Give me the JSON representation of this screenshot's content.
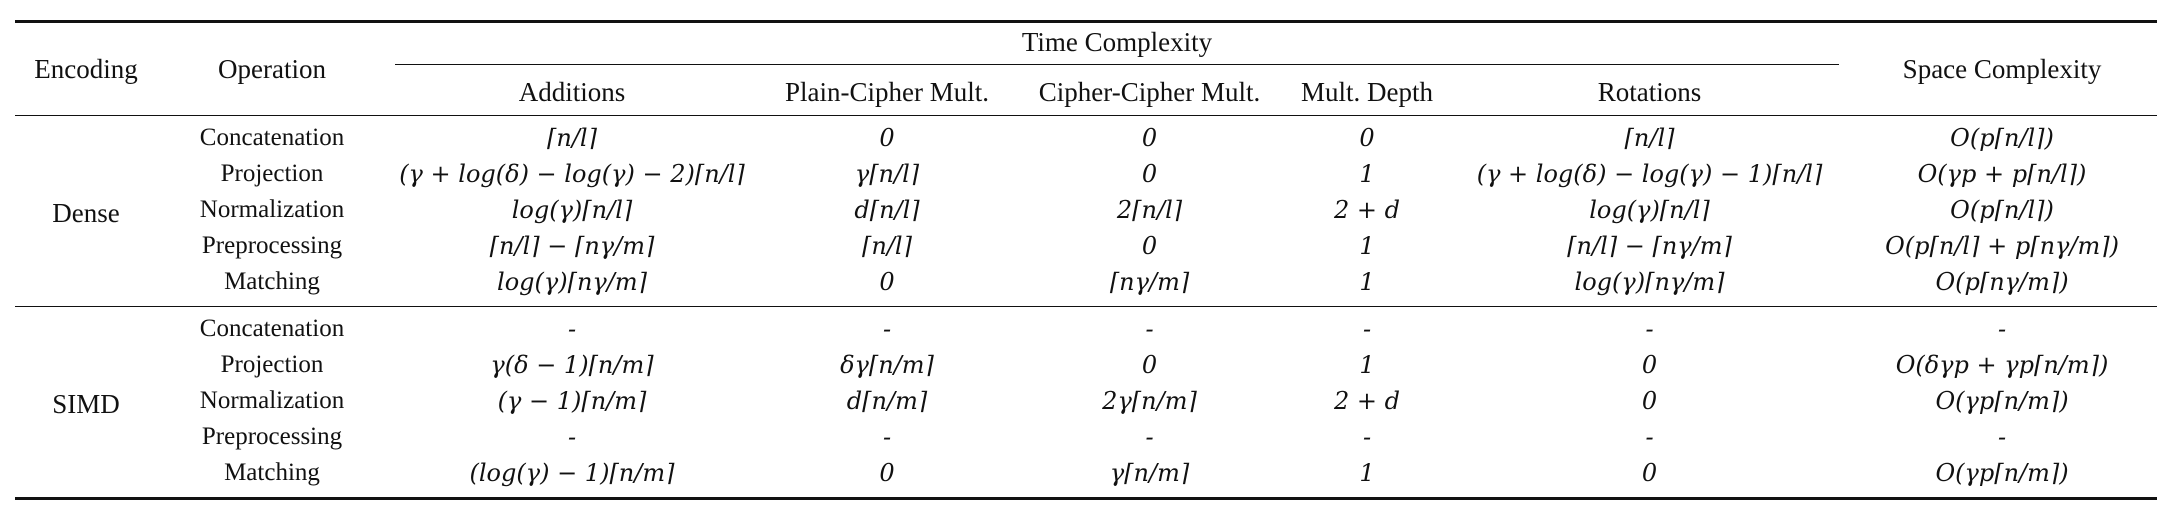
{
  "header": {
    "encoding": "Encoding",
    "operation": "Operation",
    "time_complexity": "Time Complexity",
    "space_complexity": "Space Complexity",
    "columns": [
      "Additions",
      "Plain-Cipher Mult.",
      "Cipher-Cipher Mult.",
      "Mult. Depth",
      "Rotations"
    ]
  },
  "groups": [
    {
      "encoding": "Dense",
      "rows": [
        {
          "operation": "Concatenation",
          "additions": "⌈n/l⌉",
          "plain_cipher": "0",
          "cipher_cipher": "0",
          "depth": "0",
          "rotations": "⌈n/l⌉",
          "space": "O(p⌈n/l⌉)"
        },
        {
          "operation": "Projection",
          "additions": "(γ + log(δ) − log(γ) − 2)⌈n/l⌉",
          "plain_cipher": "γ⌈n/l⌉",
          "cipher_cipher": "0",
          "depth": "1",
          "rotations": "(γ + log(δ) − log(γ) − 1)⌈n/l⌉",
          "space": "O(γp + p⌈n/l⌉)"
        },
        {
          "operation": "Normalization",
          "additions": "log(γ)⌈n/l⌉",
          "plain_cipher": "d⌈n/l⌉",
          "cipher_cipher": "2⌈n/l⌉",
          "depth": "2 + d",
          "rotations": "log(γ)⌈n/l⌉",
          "space": "O(p⌈n/l⌉)"
        },
        {
          "operation": "Preprocessing",
          "additions": "⌈n/l⌉ − ⌈nγ/m⌉",
          "plain_cipher": "⌈n/l⌉",
          "cipher_cipher": "0",
          "depth": "1",
          "rotations": "⌈n/l⌉ − ⌈nγ/m⌉",
          "space": "O(p⌈n/l⌉ + p⌈nγ/m⌉)"
        },
        {
          "operation": "Matching",
          "additions": "log(γ)⌈nγ/m⌉",
          "plain_cipher": "0",
          "cipher_cipher": "⌈nγ/m⌉",
          "depth": "1",
          "rotations": "log(γ)⌈nγ/m⌉",
          "space": "O(p⌈nγ/m⌉)"
        }
      ]
    },
    {
      "encoding": "SIMD",
      "rows": [
        {
          "operation": "Concatenation",
          "additions": "-",
          "plain_cipher": "-",
          "cipher_cipher": "-",
          "depth": "-",
          "rotations": "-",
          "space": "-"
        },
        {
          "operation": "Projection",
          "additions": "γ(δ − 1)⌈n/m⌉",
          "plain_cipher": "δγ⌈n/m⌉",
          "cipher_cipher": "0",
          "depth": "1",
          "rotations": "0",
          "space": "O(δγp + γp⌈n/m⌉)"
        },
        {
          "operation": "Normalization",
          "additions": "(γ − 1)⌈n/m⌉",
          "plain_cipher": "d⌈n/m⌉",
          "cipher_cipher": "2γ⌈n/m⌉",
          "depth": "2 + d",
          "rotations": "0",
          "space": "O(γp⌈n/m⌉)"
        },
        {
          "operation": "Preprocessing",
          "additions": "-",
          "plain_cipher": "-",
          "cipher_cipher": "-",
          "depth": "-",
          "rotations": "-",
          "space": "-"
        },
        {
          "operation": "Matching",
          "additions": "(log(γ) − 1)⌈n/m⌉",
          "plain_cipher": "0",
          "cipher_cipher": "γ⌈n/m⌉",
          "depth": "1",
          "rotations": "0",
          "space": "O(γp⌈n/m⌉)"
        }
      ]
    }
  ]
}
